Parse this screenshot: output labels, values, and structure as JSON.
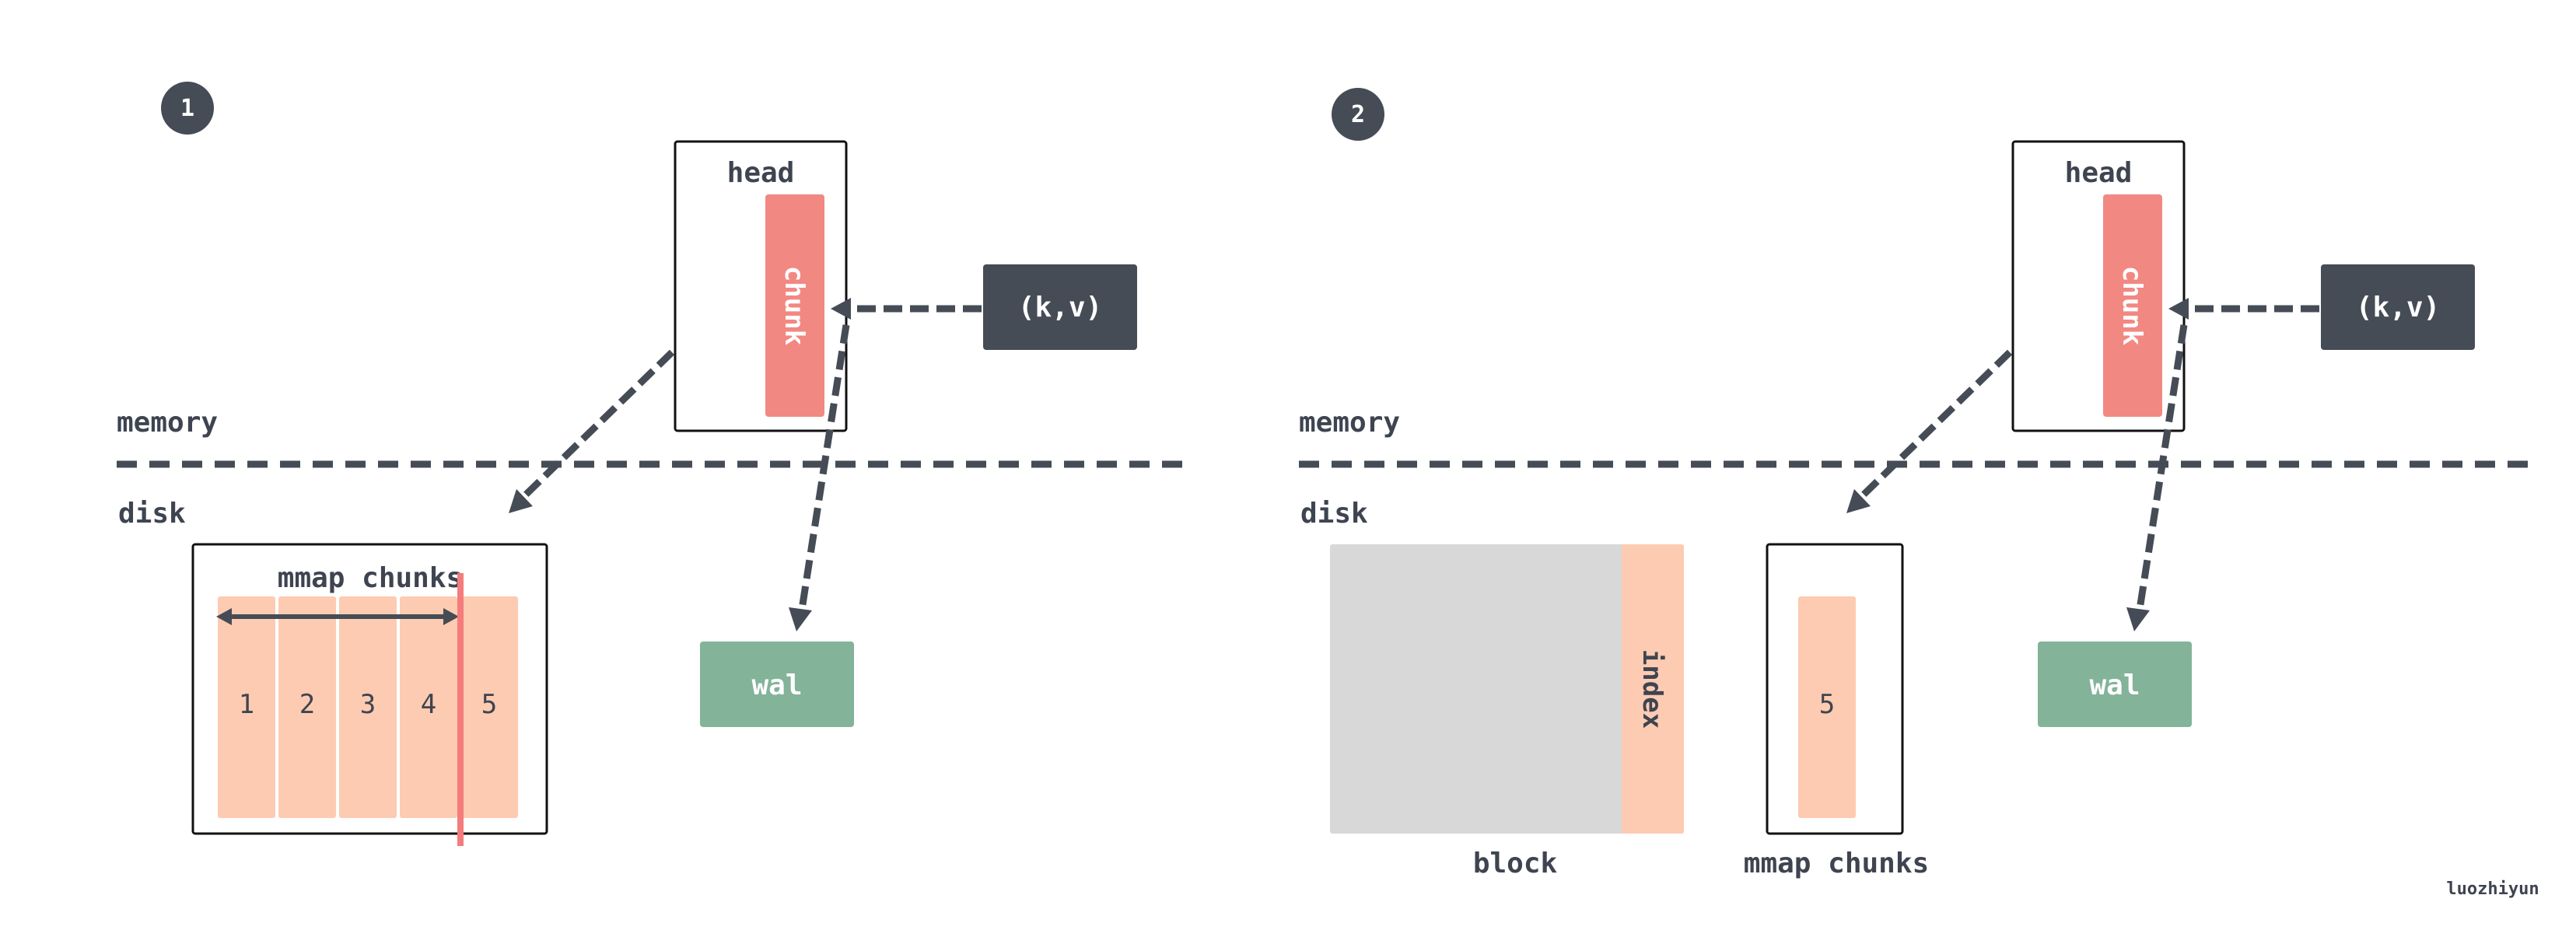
{
  "colors": {
    "dark": "#464c56",
    "chunk_red": "#f28882",
    "peach": "#fdcbb1",
    "wal_green": "#83b399",
    "block_gray": "#d8d8d8",
    "divider_red": "#f47c7c",
    "white": "#ffffff"
  },
  "panels": [
    {
      "step": "1",
      "head_label": "head",
      "chunk_label": "chunk",
      "kv_label": "(k,v)",
      "memory_label": "memory",
      "disk_label": "disk",
      "wal_label": "wal",
      "mmap_title": "mmap chunks",
      "mmap_cells": [
        "1",
        "2",
        "3",
        "4",
        "5"
      ]
    },
    {
      "step": "2",
      "head_label": "head",
      "chunk_label": "chunk",
      "kv_label": "(k,v)",
      "memory_label": "memory",
      "disk_label": "disk",
      "wal_label": "wal",
      "block_label": "block",
      "index_label": "index",
      "mmap_label": "mmap chunks",
      "mmap_cells": [
        "5"
      ]
    }
  ],
  "watermark": "luozhiyun"
}
